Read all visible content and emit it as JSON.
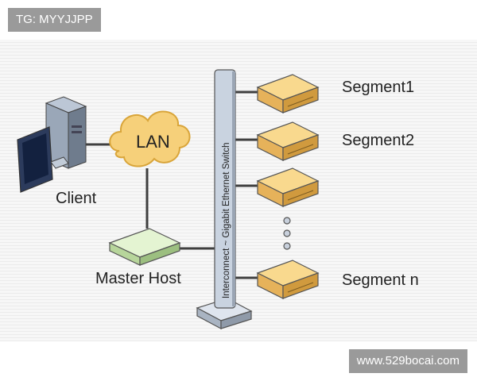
{
  "watermark_top": "TG: MYYJJPP",
  "watermark_bottom": "www.529bocai.com",
  "diagram": {
    "cloud_label": "LAN",
    "client_label": "Client",
    "master_label": "Master Host",
    "switch_label": "Interconnect ~ Gigabit Ethernet Switch",
    "segments": [
      {
        "label": "Segment1"
      },
      {
        "label": "Segment2"
      },
      {
        "label": ""
      },
      {
        "label": "Segment n"
      }
    ],
    "colors": {
      "segment_box": "#f5c97a",
      "master_box": "#d8efc0",
      "switch": "#c9d3e0",
      "cloud": "#f6d07a",
      "line": "#3f3f3f"
    }
  }
}
